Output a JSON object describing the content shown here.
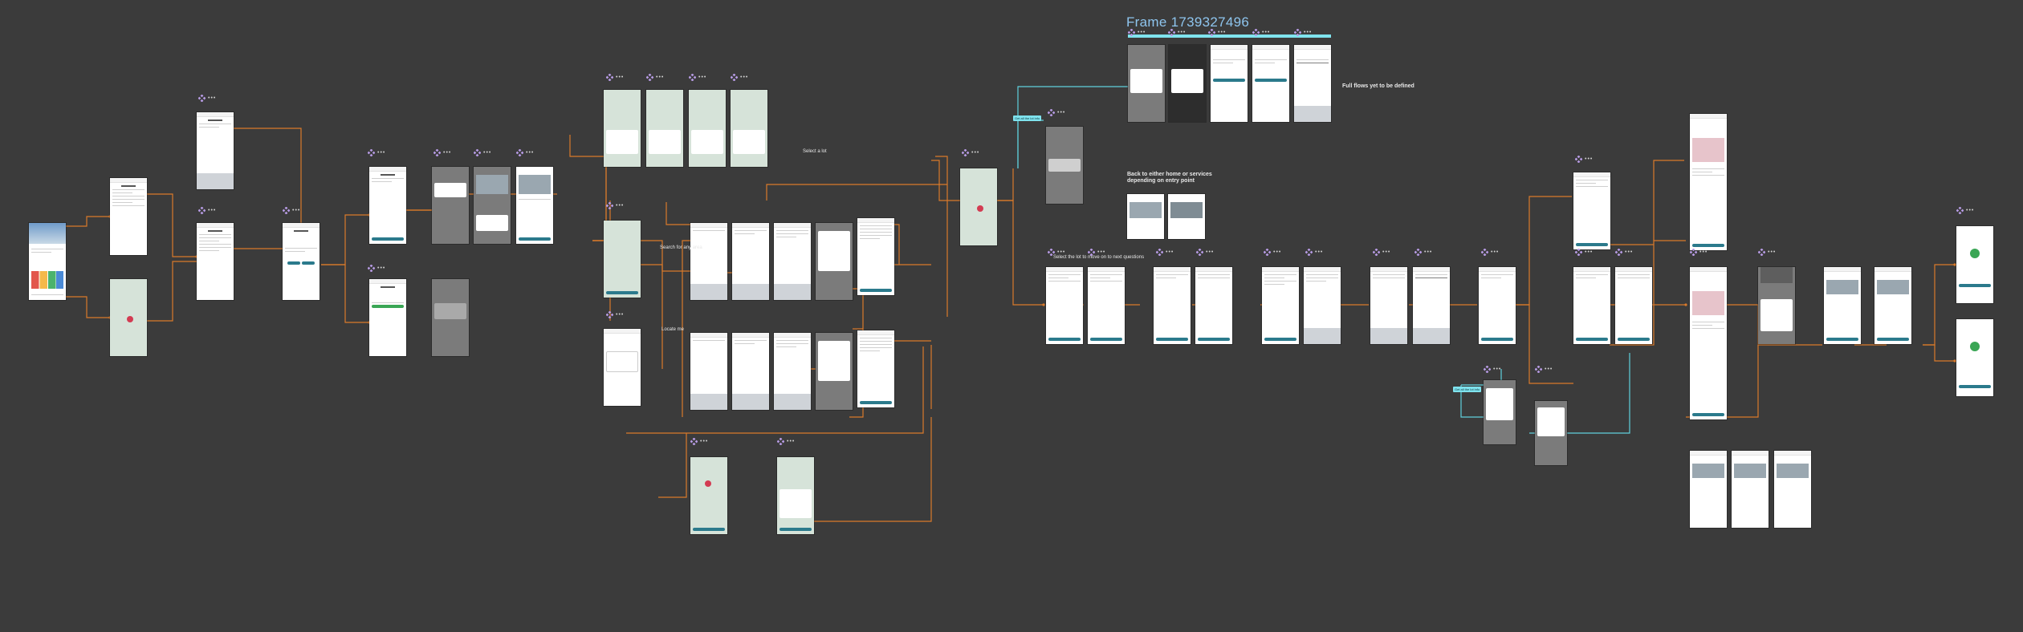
{
  "canvas": {
    "background": "#3b3b3b",
    "frame_title": "Frame 1739327496"
  },
  "colors": {
    "connector": "#d97a2b",
    "connector_alt": "#5fd0dc",
    "button": "#2b7a8c",
    "component_icon": "#b79be4"
  },
  "notes": [
    {
      "id": "n1",
      "text": "Full flows yet to be defined"
    },
    {
      "id": "n2",
      "text": "Back to either home or services"
    },
    {
      "id": "n3",
      "text": "depending on entry point"
    },
    {
      "id": "n4",
      "text": "Select the lot to move on to next questions"
    },
    {
      "id": "n5",
      "text": "Search for any area"
    },
    {
      "id": "n6",
      "text": "Locate me"
    },
    {
      "id": "n7",
      "text": "Select a lot"
    }
  ],
  "tags": [
    {
      "id": "t1",
      "text": "Get all the lot info"
    },
    {
      "id": "t2",
      "text": "Get all the lot info"
    }
  ],
  "component_icon_name": "component-icon",
  "more_icon_name": "more-dots-icon"
}
